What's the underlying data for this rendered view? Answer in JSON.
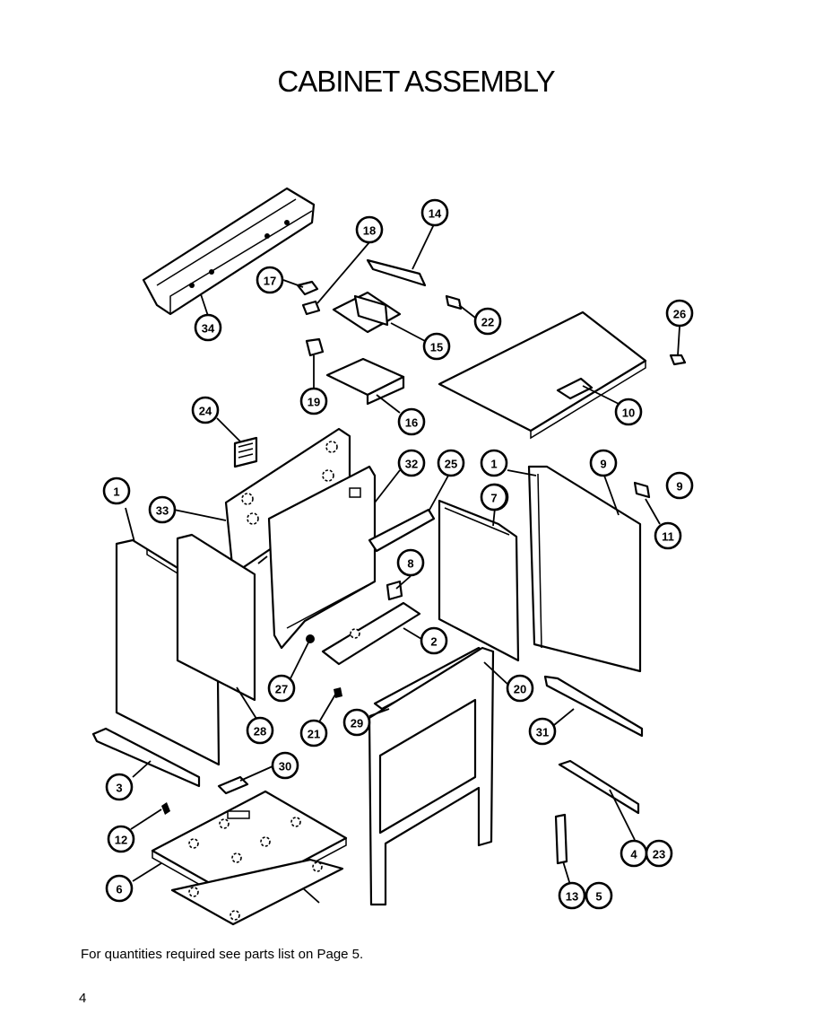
{
  "title": "CABINET ASSEMBLY",
  "footnote": "For quantities required see parts list on Page 5.",
  "page_number": "4",
  "callouts": [
    "14",
    "18",
    "17",
    "34",
    "22",
    "15",
    "26",
    "19",
    "16",
    "10",
    "24",
    "32",
    "25",
    "1",
    "7",
    "9",
    "9",
    "11",
    "1",
    "33",
    "8",
    "2",
    "27",
    "20",
    "7",
    "28",
    "21",
    "29",
    "31",
    "30",
    "3",
    "4",
    "23",
    "12",
    "13",
    "5",
    "6"
  ]
}
